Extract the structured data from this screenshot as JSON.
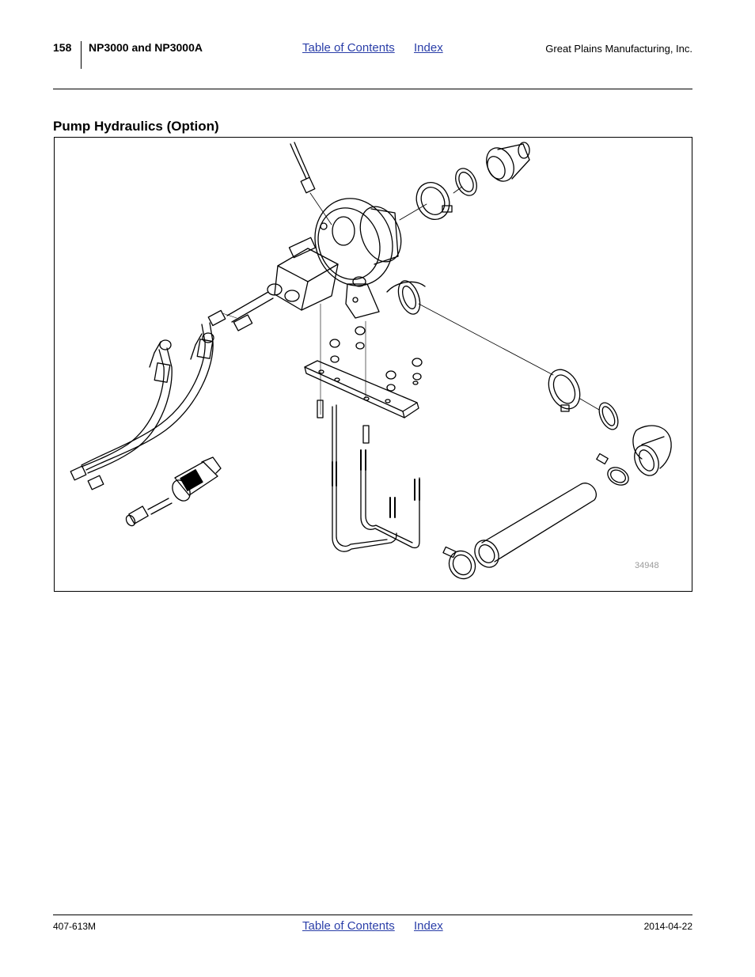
{
  "header": {
    "page_number": "158",
    "doc_title": "NP3000 and NP3000A",
    "toc_link": "Table of Contents",
    "index_link": "Index",
    "company": "Great Plains Manufacturing, Inc."
  },
  "section": {
    "title": "Pump Hydraulics (Option)"
  },
  "figure": {
    "figure_id": "34948"
  },
  "footer": {
    "doc_number": "407-613M",
    "toc_link": "Table of Contents",
    "index_link": "Index",
    "date": "2014-04-22"
  },
  "colors": {
    "link": "#2a3ea8",
    "figure_id": "#9a9a9a"
  }
}
